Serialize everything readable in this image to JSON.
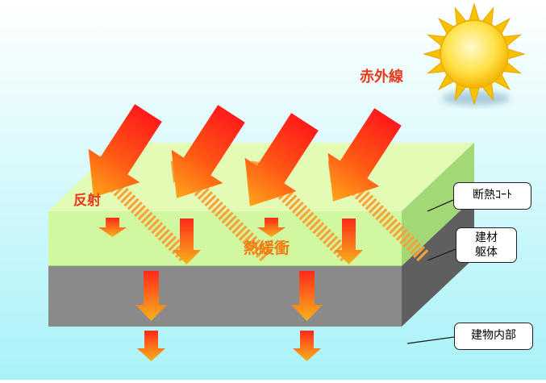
{
  "labels": {
    "uv": "赤外線",
    "reflection": "反射",
    "buffer": "熱緩衝"
  },
  "callouts": {
    "coat": "断熱ｺｰﾄ",
    "material_line1": "建材",
    "material_line2": "躯体",
    "interior": "建物内部"
  },
  "colors": {
    "sky_top": "#ffffff",
    "sky_bottom": "#a8f2f7",
    "coat_top": "#e4fbb6",
    "coat_front": "#d1f7a0",
    "coat_side": "#a3d877",
    "body_front": "#8a8a8a",
    "body_side": "#5f5f5f",
    "label_red": "#e53a1a",
    "label_orange": "#f07d12"
  }
}
